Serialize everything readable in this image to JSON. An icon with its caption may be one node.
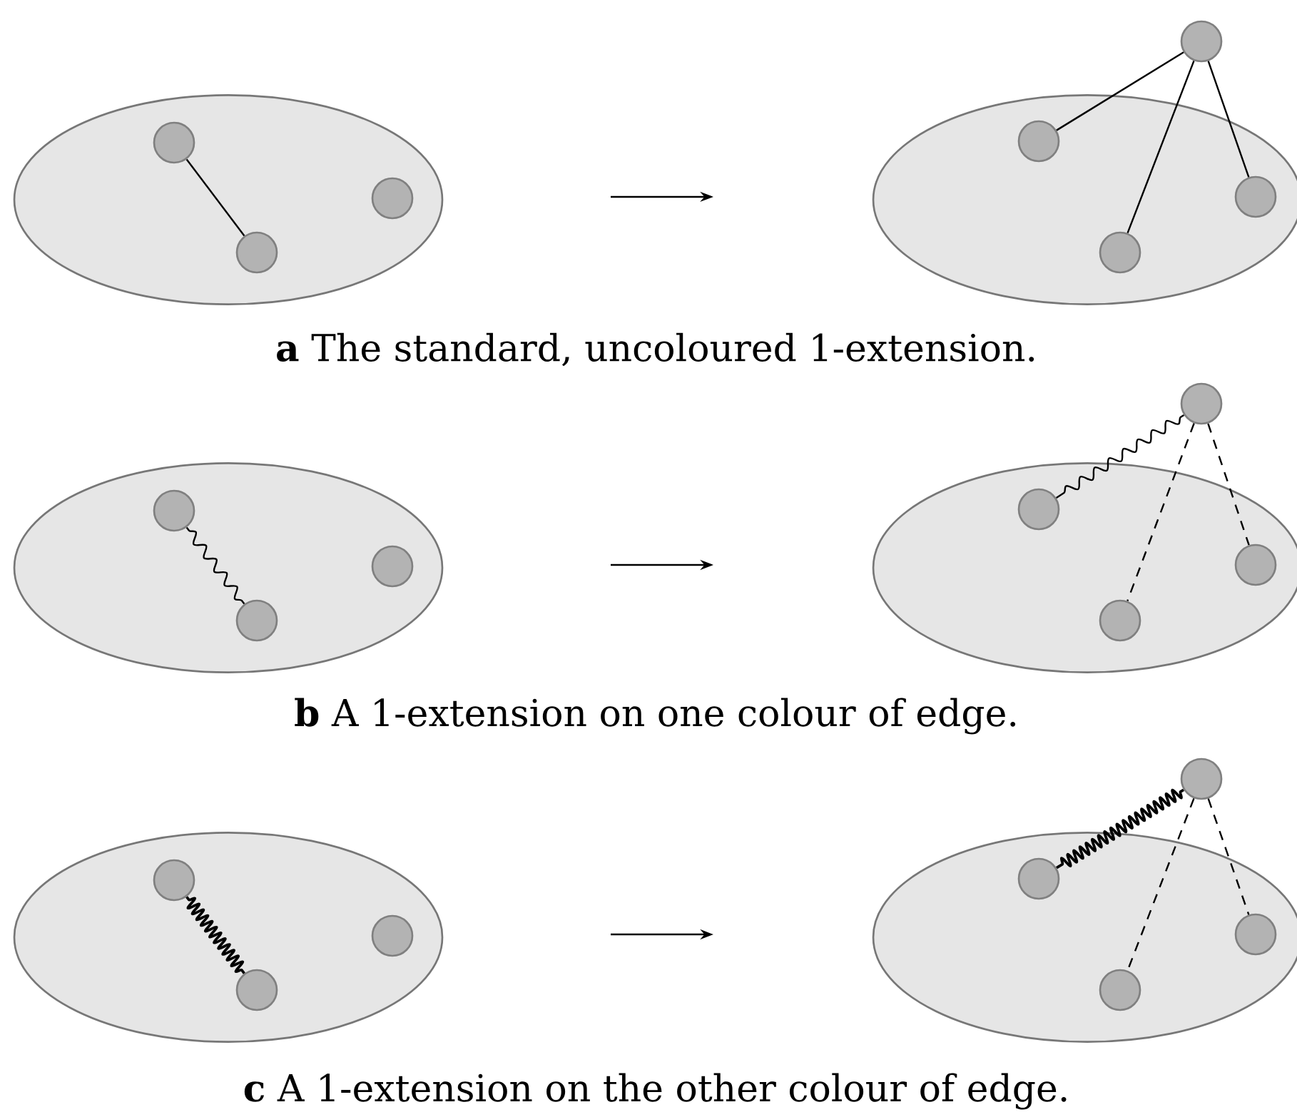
{
  "diagram": {
    "nodes": [
      {
        "text": [],
        "shape": "ellipse"
      },
      {
        "text": [],
        "shape": "circle",
        "in": 0
      },
      {
        "text": [],
        "shape": "circle",
        "in": 0
      },
      {
        "text": [],
        "shape": "circle",
        "in": 0
      },
      {
        "text": [],
        "shape": "ellipse"
      },
      {
        "text": [],
        "shape": "circle",
        "in": 4
      },
      {
        "text": [],
        "shape": "circle",
        "in": 4
      },
      {
        "text": [],
        "shape": "circle",
        "in": 4
      },
      {
        "text": [],
        "shape": "circle"
      },
      {
        "text": [],
        "shape": "ellipse"
      },
      {
        "text": [],
        "shape": "circle",
        "in": 9
      },
      {
        "text": [],
        "shape": "circle",
        "in": 9
      },
      {
        "text": [],
        "shape": "circle",
        "in": 9
      },
      {
        "text": [],
        "shape": "ellipse"
      },
      {
        "text": [],
        "shape": "circle",
        "in": 13
      },
      {
        "text": [],
        "shape": "circle",
        "in": 13
      },
      {
        "text": [],
        "shape": "circle",
        "in": 13
      },
      {
        "text": [],
        "shape": "circle"
      },
      {
        "text": [],
        "shape": "ellipse"
      },
      {
        "text": [],
        "shape": "circle",
        "in": 18
      },
      {
        "text": [],
        "shape": "circle",
        "in": 18
      },
      {
        "text": [],
        "shape": "circle",
        "in": 18
      },
      {
        "text": [],
        "shape": "ellipse"
      },
      {
        "text": [],
        "shape": "circle",
        "in": 22
      },
      {
        "text": [],
        "shape": "circle",
        "in": 22
      },
      {
        "text": [],
        "shape": "circle",
        "in": 22
      },
      {
        "text": [],
        "shape": "circle"
      }
    ],
    "edges": [
      {
        "from": 1,
        "to": 2,
        "arrow": "none"
      },
      {
        "from": 8,
        "to": 5,
        "arrow": "none"
      },
      {
        "from": 8,
        "to": 6,
        "arrow": "none"
      },
      {
        "from": 8,
        "to": 7,
        "arrow": "none"
      },
      {
        "from": 10,
        "to": 11,
        "arrow": "none"
      },
      {
        "from": 17,
        "to": 14,
        "arrow": "none"
      },
      {
        "from": 17,
        "to": 15,
        "arrow": "none",
        "style": "dashed"
      },
      {
        "from": 17,
        "to": 16,
        "arrow": "none",
        "style": "dashed"
      },
      {
        "from": 19,
        "to": 20,
        "arrow": "none"
      },
      {
        "from": 26,
        "to": 23,
        "arrow": "none"
      },
      {
        "from": 26,
        "to": 24,
        "arrow": "none",
        "style": "dashed"
      },
      {
        "from": 26,
        "to": 25,
        "arrow": "none",
        "style": "dashed"
      }
    ],
    "labels": [
      "**a** The standard, uncoloured 1-extension.",
      "**b** A 1-extension on one colour of edge.",
      "**c** A 1-extension on the other colour of edge."
    ]
  }
}
